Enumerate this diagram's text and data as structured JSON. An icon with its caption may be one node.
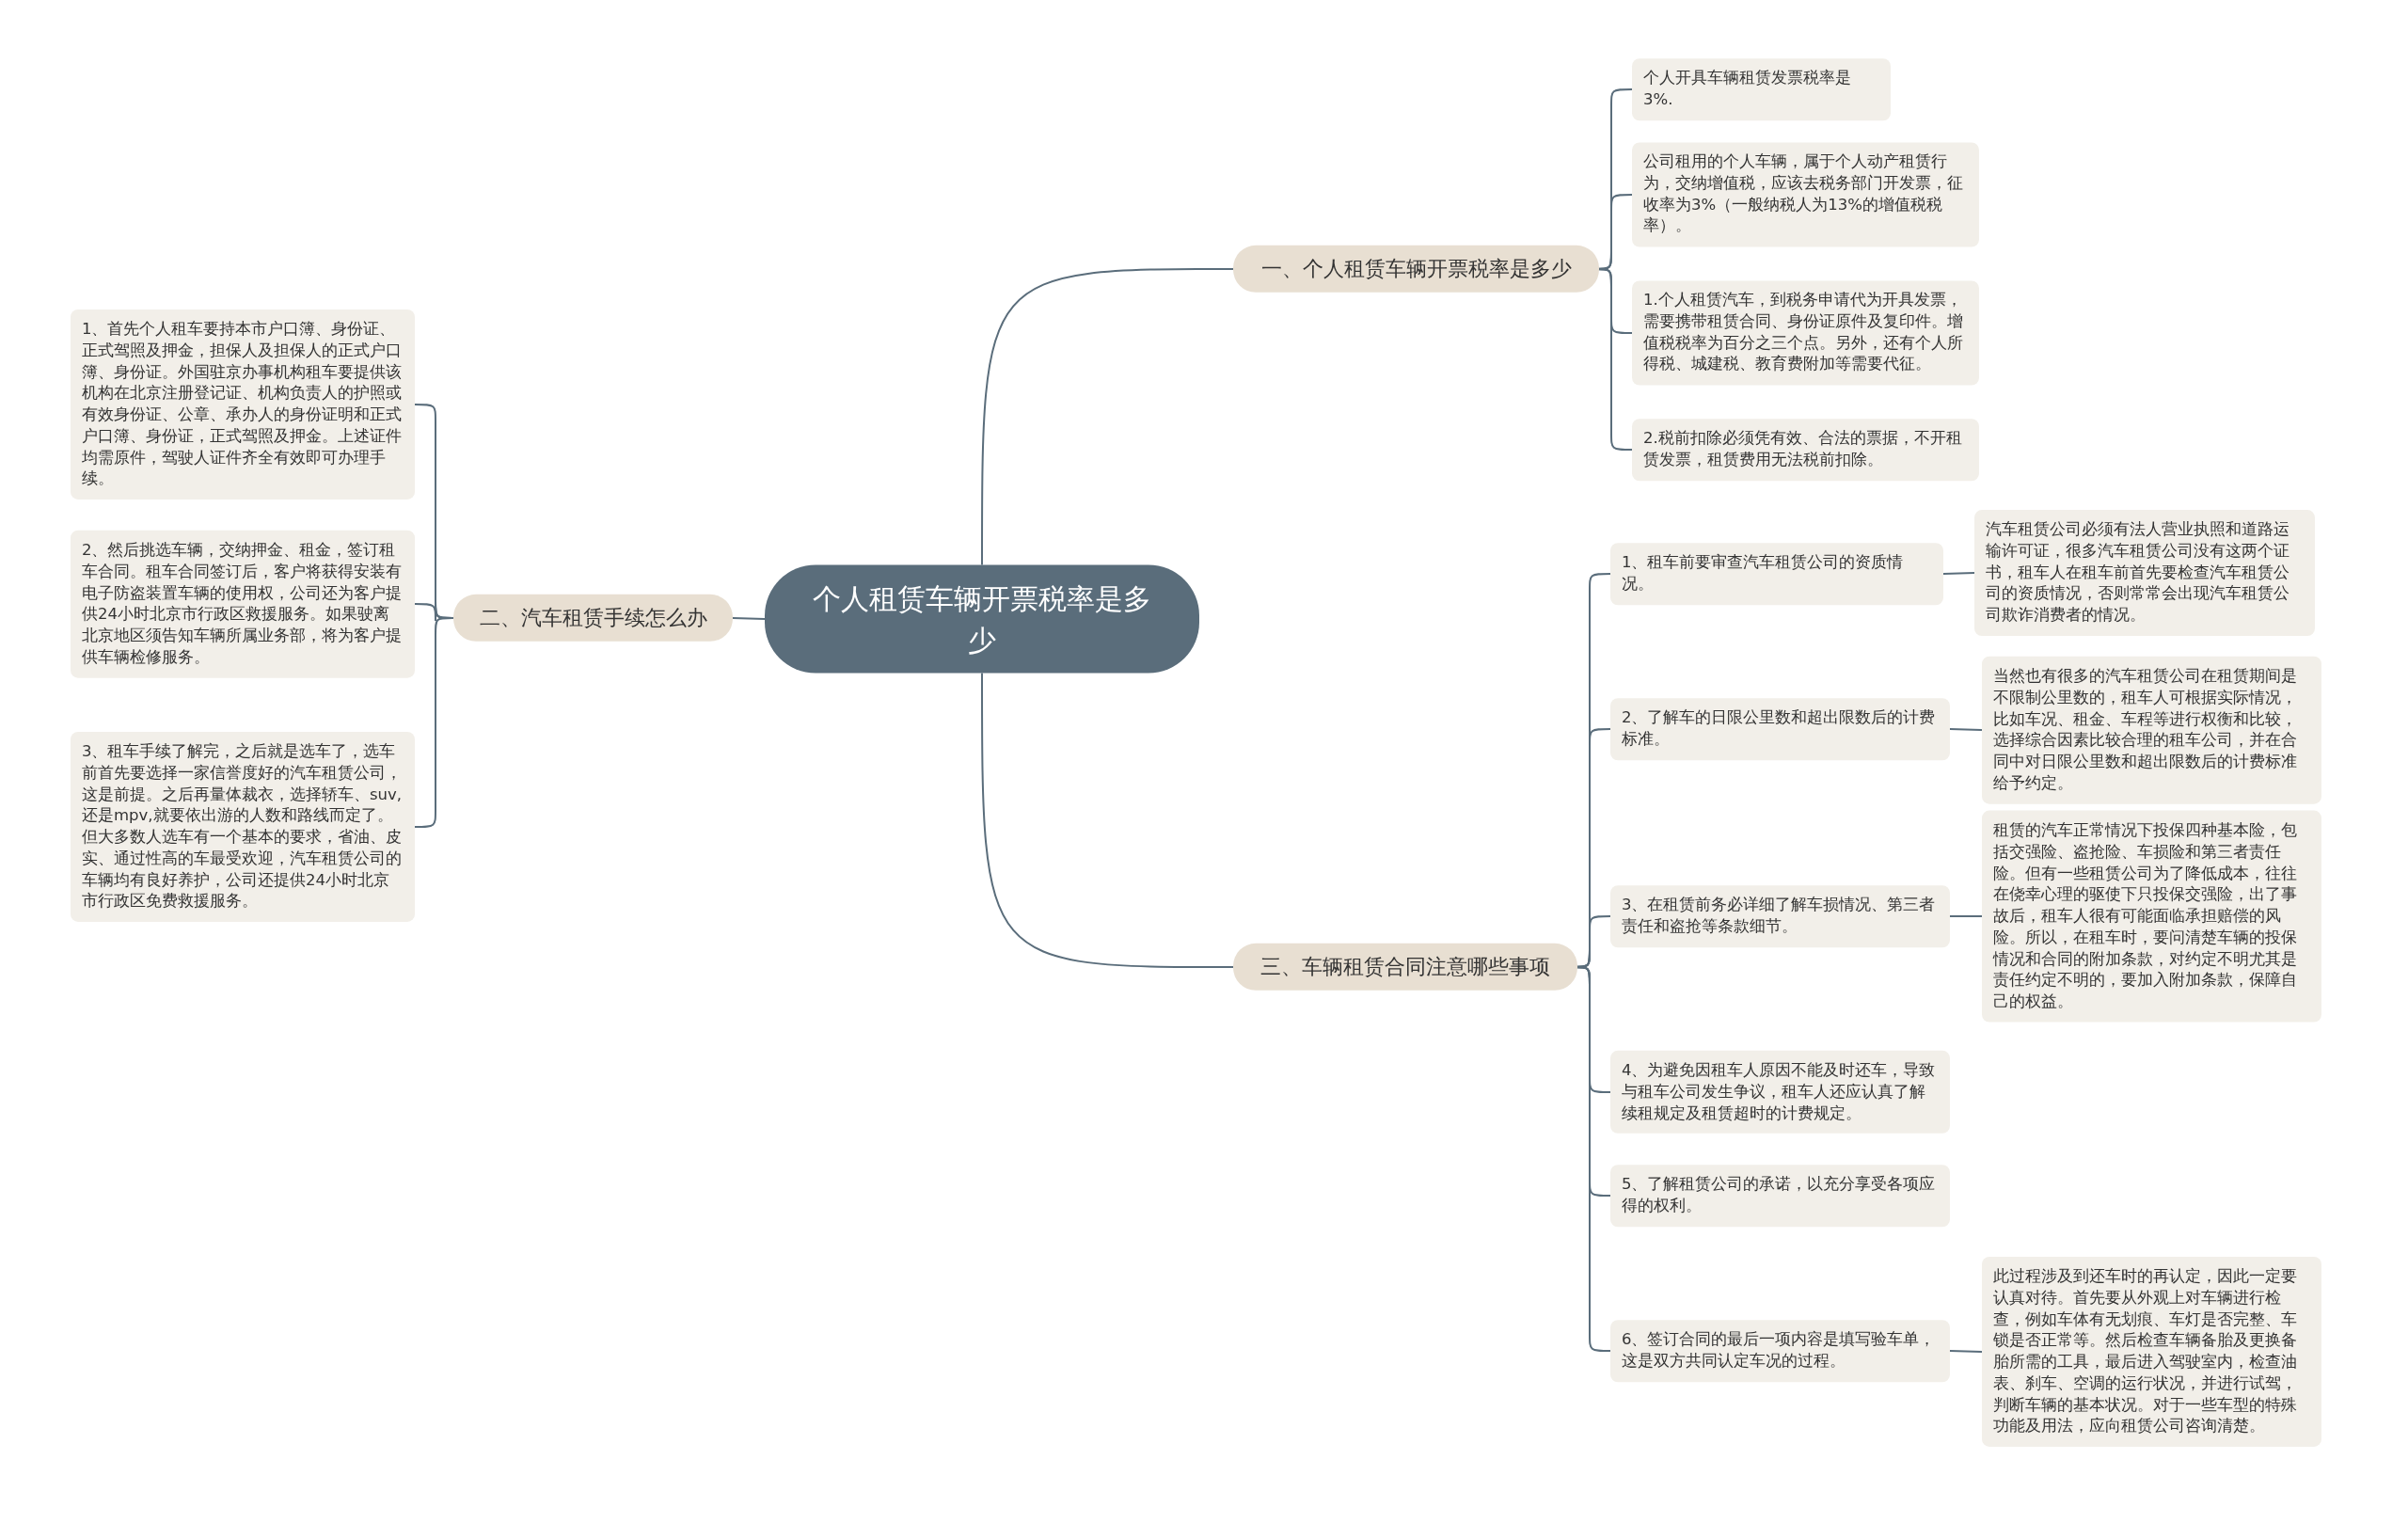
{
  "diagram": {
    "nodes": [
      {
        "text": [
          "个人租赁车辆开票税率是多少"
        ]
      },
      {
        "text": [
          "一、个人租赁车辆开票税率是多少"
        ]
      },
      {
        "text": [
          "个人开具车辆租赁发票税率是3%."
        ]
      },
      {
        "text": [
          "公司租用的个人车辆，属于个人动产租赁行为，交纳增值税，应该去税务部门开发票，征收率为3%（一般纳税人为13%的增值税税率）。"
        ]
      },
      {
        "text": [
          "1.个人租赁汽车，到税务申请代为开具发票，需要携带租赁合同、身份证原件及复印件。增值税税率为百分之三个点。另外，还有个人所得税、城建税、教育费附加等需要代征。"
        ]
      },
      {
        "text": [
          "2.税前扣除必须凭有效、合法的票据，不开租赁发票，租赁费用无法税前扣除。"
        ]
      },
      {
        "text": [
          "二、汽车租赁手续怎么办"
        ]
      },
      {
        "text": [
          "1、首先个人租车要持本市户口簿、身份证、正式驾照及押金，担保人及担保人的正式户口簿、身份证。外国驻京办事机构租车要提供该机构在北京注册登记证、机构负责人的护照或有效身份证、公章、承办人的身份证明和正式户口簿、身份证，正式驾照及押金。上述证件均需原件，驾驶人证件齐全有效即可办理手续。"
        ]
      },
      {
        "text": [
          "2、然后挑选车辆，交纳押金、租金，签订租车合同。租车合同签订后，客户将获得安装有电子防盗装置车辆的使用权，公司还为客户提供24小时北京市行政区救援服务。如果驶离北京地区须告知车辆所属业务部，将为客户提供车辆检修服务。"
        ]
      },
      {
        "text": [
          "3、租车手续了解完，之后就是选车了，选车前首先要选择一家信誉度好的汽车租赁公司，这是前提。之后再量体裁衣，选择轿车、suv,还是mpv,就要依出游的人数和路线而定了。但大多数人选车有一个基本的要求，省油、皮实、通过性高的车最受欢迎，汽车租赁公司的车辆均有良好养护，公司还提供24小时北京市行政区免费救援服务。"
        ]
      },
      {
        "text": [
          "三、车辆租赁合同注意哪些事项"
        ]
      },
      {
        "text": [
          "1、租车前要审查汽车租赁公司的资质情况。"
        ]
      },
      {
        "text": [
          "汽车租赁公司必须有法人营业执照和道路运输许可证，很多汽车租赁公司没有这两个证书，租车人在租车前首先要检查汽车租赁公司的资质情况，否则常常会出现汽车租赁公司欺诈消费者的情况。"
        ]
      },
      {
        "text": [
          "2、了解车的日限公里数和超出限数后的计费标准。"
        ]
      },
      {
        "text": [
          "当然也有很多的汽车租赁公司在租赁期间是不限制公里数的，租车人可根据实际情况，比如车况、租金、车程等进行权衡和比较，选择综合因素比较合理的租车公司，并在合同中对日限公里数和超出限数后的计费标准给予约定。"
        ]
      },
      {
        "text": [
          "3、在租赁前务必详细了解车损情况、第三者责任和盗抢等条款细节。"
        ]
      },
      {
        "text": [
          "租赁的汽车正常情况下投保四种基本险，包括交强险、盗抢险、车损险和第三者责任险。但有一些租赁公司为了降低成本，往往在侥幸心理的驱使下只投保交强险，出了事故后，租车人很有可能面临承担赔偿的风险。所以，在租车时，要问清楚车辆的投保情况和合同的附加条款，对约定不明尤其是责任约定不明的，要加入附加条款，保障自己的权益。"
        ]
      },
      {
        "text": [
          "4、为避免因租车人原因不能及时还车，导致与租车公司发生争议，租车人还应认真了解续租规定及租赁超时的计费规定。"
        ]
      },
      {
        "text": [
          "5、了解租赁公司的承诺，以充分享受各项应得的权利。"
        ]
      },
      {
        "text": [
          "6、签订合同的最后一项内容是填写验车单，这是双方共同认定车况的过程。"
        ]
      },
      {
        "text": [
          "此过程涉及到还车时的再认定，因此一定要认真对待。首先要从外观上对车辆进行检查，例如车体有无划痕、车灯是否完整、车锁是否正常等。然后检查车辆备胎及更换备胎所需的工具，最后进入驾驶室内，检查油表、刹车、空调的运行状况，并进行试驾，判断车辆的基本状况。对于一些车型的特殊功能及用法，应向租赁公司咨询清楚。"
        ]
      }
    ],
    "edges": [
      {
        "from": 0,
        "to": 1,
        "arrow": "none"
      },
      {
        "from": 1,
        "to": 2,
        "arrow": "none"
      },
      {
        "from": 1,
        "to": 3,
        "arrow": "none"
      },
      {
        "from": 1,
        "to": 4,
        "arrow": "none"
      },
      {
        "from": 1,
        "to": 5,
        "arrow": "none"
      },
      {
        "from": 0,
        "to": 6,
        "arrow": "none"
      },
      {
        "from": 6,
        "to": 7,
        "arrow": "none"
      },
      {
        "from": 6,
        "to": 8,
        "arrow": "none"
      },
      {
        "from": 6,
        "to": 9,
        "arrow": "none"
      },
      {
        "from": 0,
        "to": 10,
        "arrow": "none"
      },
      {
        "from": 10,
        "to": 11,
        "arrow": "none"
      },
      {
        "from": 11,
        "to": 12,
        "arrow": "none"
      },
      {
        "from": 10,
        "to": 13,
        "arrow": "none"
      },
      {
        "from": 13,
        "to": 14,
        "arrow": "none"
      },
      {
        "from": 10,
        "to": 15,
        "arrow": "none"
      },
      {
        "from": 15,
        "to": 16,
        "arrow": "none"
      },
      {
        "from": 10,
        "to": 17,
        "arrow": "none"
      },
      {
        "from": 10,
        "to": 18,
        "arrow": "none"
      },
      {
        "from": 10,
        "to": 19,
        "arrow": "none"
      },
      {
        "from": 19,
        "to": 20,
        "arrow": "none"
      }
    ]
  }
}
